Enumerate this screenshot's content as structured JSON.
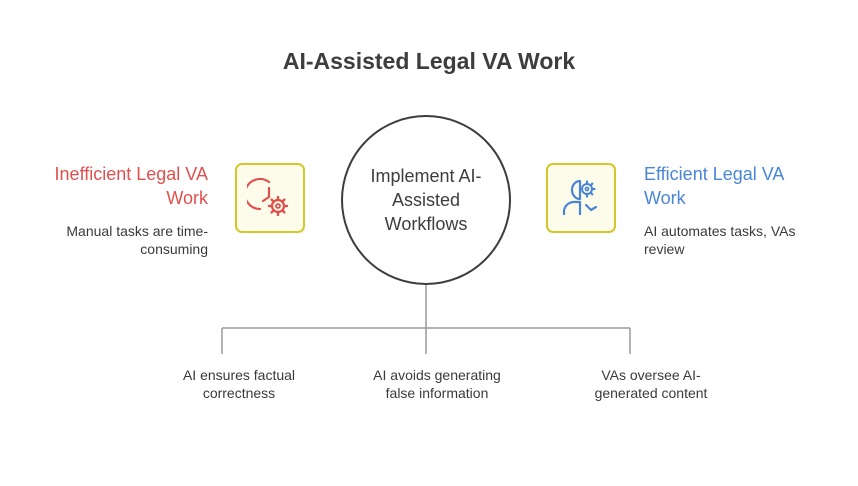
{
  "title": "AI-Assisted Legal VA Work",
  "center": {
    "label": "Implement AI-Assisted Workflows"
  },
  "left": {
    "title": "Inefficient Legal VA Work",
    "description": "Manual tasks are time-consuming",
    "icon": "clock-gear-icon",
    "title_color": "#e0504e"
  },
  "right": {
    "title": "Efficient Legal VA Work",
    "description": "AI automates tasks, VAs review",
    "icon": "person-gear-icon",
    "title_color": "#4a86d8"
  },
  "branches": [
    {
      "label": "AI ensures factual correctness"
    },
    {
      "label": "AI avoids generating false information"
    },
    {
      "label": "VAs oversee AI-generated content"
    }
  ],
  "colors": {
    "icon_border": "#d4c72a",
    "icon_fill": "#fdfbe9",
    "line": "#9a9a9a",
    "circle_border": "#3d3d3d"
  }
}
